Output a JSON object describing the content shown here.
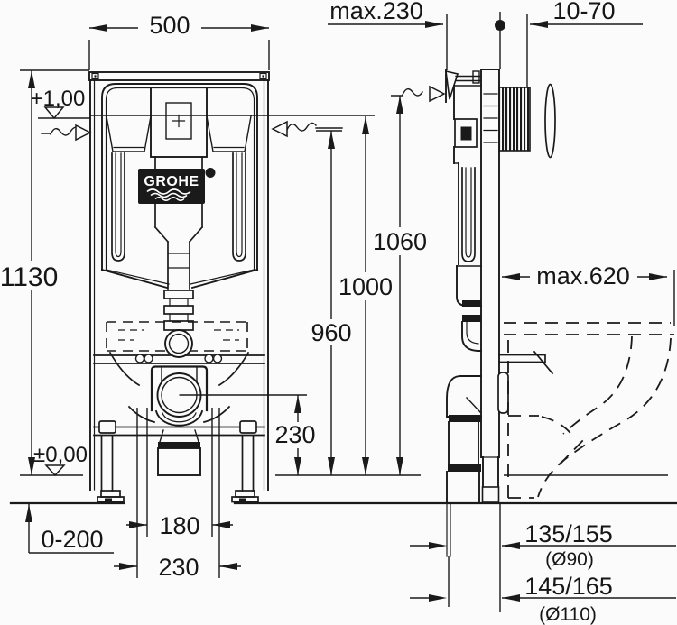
{
  "brand": {
    "logo_text": "GROHE"
  },
  "dims": {
    "frame_width": "500",
    "install_depth_max": "max.230",
    "plate_depth_range": "10-70",
    "water_level_mark": "+1,00",
    "frame_height": "1130",
    "height_top_edge": "1060",
    "height_water": "1000",
    "height_inlet": "960",
    "bowl_depth_max": "max.620",
    "outlet_center_height": "230",
    "floor_level_mark": "±0,00",
    "feet_adjust_range": "0-200",
    "bolt_spacing": "180",
    "outlet_axis_offset": "230",
    "drain_offset_d90": "135/155",
    "drain_dia_90": "(Ø90)",
    "drain_offset_d110": "145/165",
    "drain_dia_110": "(Ø110)"
  }
}
